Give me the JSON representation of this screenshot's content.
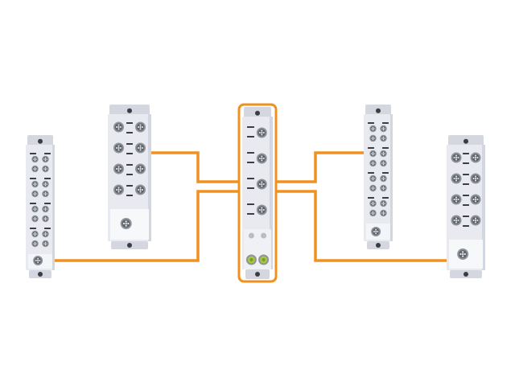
{
  "colors": {
    "background": "#ffffff",
    "cable": "#f0901e",
    "highlight": "#f0901e",
    "module_body": "#e8eaf0",
    "module_edge": "#d2d6e0",
    "cap": "#d4d7df",
    "connector_ring": "#8f949c",
    "connector_core": "#5f646b",
    "connector_pin": "#e6e8ec",
    "label_slot": "#3b3f45",
    "led_green": "#a6c83c",
    "led_grey": "#b8bcc4",
    "mount_hole": "#3a3d42"
  },
  "diagram": {
    "modules": [
      {
        "name": "io-module-left",
        "variant": "slim-16"
      },
      {
        "name": "io-module-center-left",
        "variant": "wide-8"
      },
      {
        "name": "master-module",
        "variant": "master",
        "highlighted": true
      },
      {
        "name": "io-module-center-right",
        "variant": "slim-16"
      },
      {
        "name": "io-module-right",
        "variant": "wide-8"
      }
    ],
    "cables": [
      {
        "name": "cable-master-to-center-left",
        "from": "master-module",
        "to": "io-module-center-left"
      },
      {
        "name": "cable-master-to-left",
        "from": "master-module",
        "to": "io-module-left"
      },
      {
        "name": "cable-master-to-center-right",
        "from": "master-module",
        "to": "io-module-center-right"
      },
      {
        "name": "cable-master-to-right",
        "from": "master-module",
        "to": "io-module-right"
      }
    ]
  }
}
